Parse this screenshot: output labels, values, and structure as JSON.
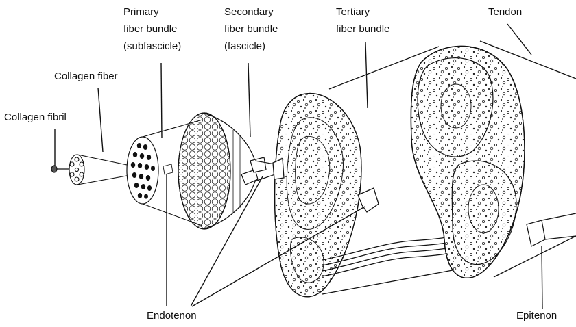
{
  "labels": {
    "collagen_fibril": "Collagen fibril",
    "collagen_fiber": "Collagen fiber",
    "primary_line1": "Primary",
    "primary_line2": "fiber bundle",
    "primary_line3": "(subfascicle)",
    "secondary_line1": "Secondary",
    "secondary_line2": "fiber bundle",
    "secondary_line3": "(fascicle)",
    "tertiary_line1": "Tertiary",
    "tertiary_line2": "fiber bundle",
    "tendon": "Tendon",
    "endotenon": "Endotenon",
    "epitenon": "Epitenon"
  },
  "colors": {
    "ink": "#111111",
    "paper": "#ffffff",
    "shade": "#d9d9d9"
  }
}
